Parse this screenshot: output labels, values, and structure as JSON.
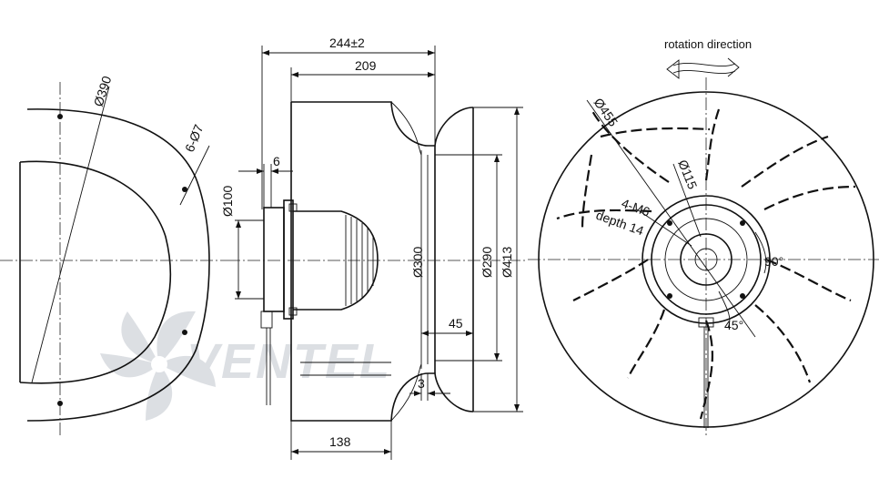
{
  "header": {
    "rotation_label": "rotation direction"
  },
  "left_view": {
    "outer_dia": "Ø390",
    "holes": "6-Ø7"
  },
  "side_view": {
    "overall_length": "244±2",
    "body_length": "209",
    "flange_offset": "6",
    "shaft_dia": "Ø100",
    "impeller_dia": "Ø300",
    "inlet_dia": "Ø290",
    "outer_dia": "Ø413",
    "inlet_depth": "45",
    "ring_gap": "3",
    "base_length": "138"
  },
  "front_view": {
    "outer_dia": "Ø455",
    "hub_dia": "Ø115",
    "thread": "4-M6",
    "thread_depth": "depth 14",
    "angle_90": "90°",
    "angle_45": "45°"
  },
  "watermark": {
    "brand": "VENTEL"
  },
  "colors": {
    "line": "#111111",
    "watermark": "#d9dce1",
    "background": "#ffffff"
  }
}
